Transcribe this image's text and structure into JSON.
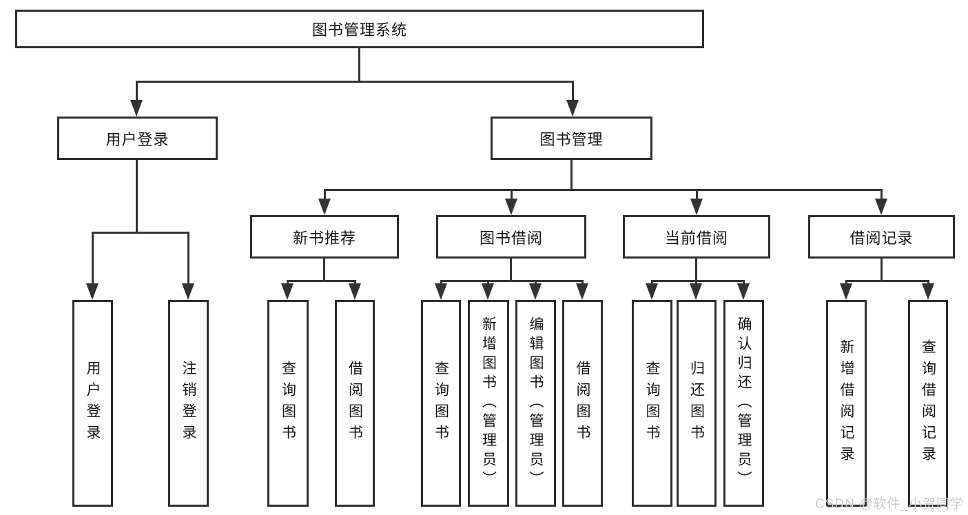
{
  "tree": {
    "root": "图书管理系统",
    "branches": [
      {
        "label": "用户登录",
        "children": [
          "用户登录",
          "注销登录"
        ]
      },
      {
        "label": "图书管理",
        "groups": [
          {
            "label": "新书推荐",
            "children": [
              "查询图书",
              "借阅图书"
            ]
          },
          {
            "label": "图书借阅",
            "children": [
              "查询图书",
              "新增图书（管理员）",
              "编辑图书（管理员）",
              "借阅图书"
            ]
          },
          {
            "label": "当前借阅",
            "children": [
              "查询图书",
              "归还图书",
              "确认归还（管理员）"
            ]
          },
          {
            "label": "借阅记录",
            "children": [
              "新增借阅记录",
              "查询借阅记录"
            ]
          }
        ]
      }
    ]
  },
  "watermark": {
    "text": "CSDN @软件_小贺同学"
  },
  "colors": {
    "line": "#333333",
    "border": "#2e2e2e",
    "text": "#141414",
    "watermark": "#cbcbcb",
    "background": "#ffffff"
  }
}
